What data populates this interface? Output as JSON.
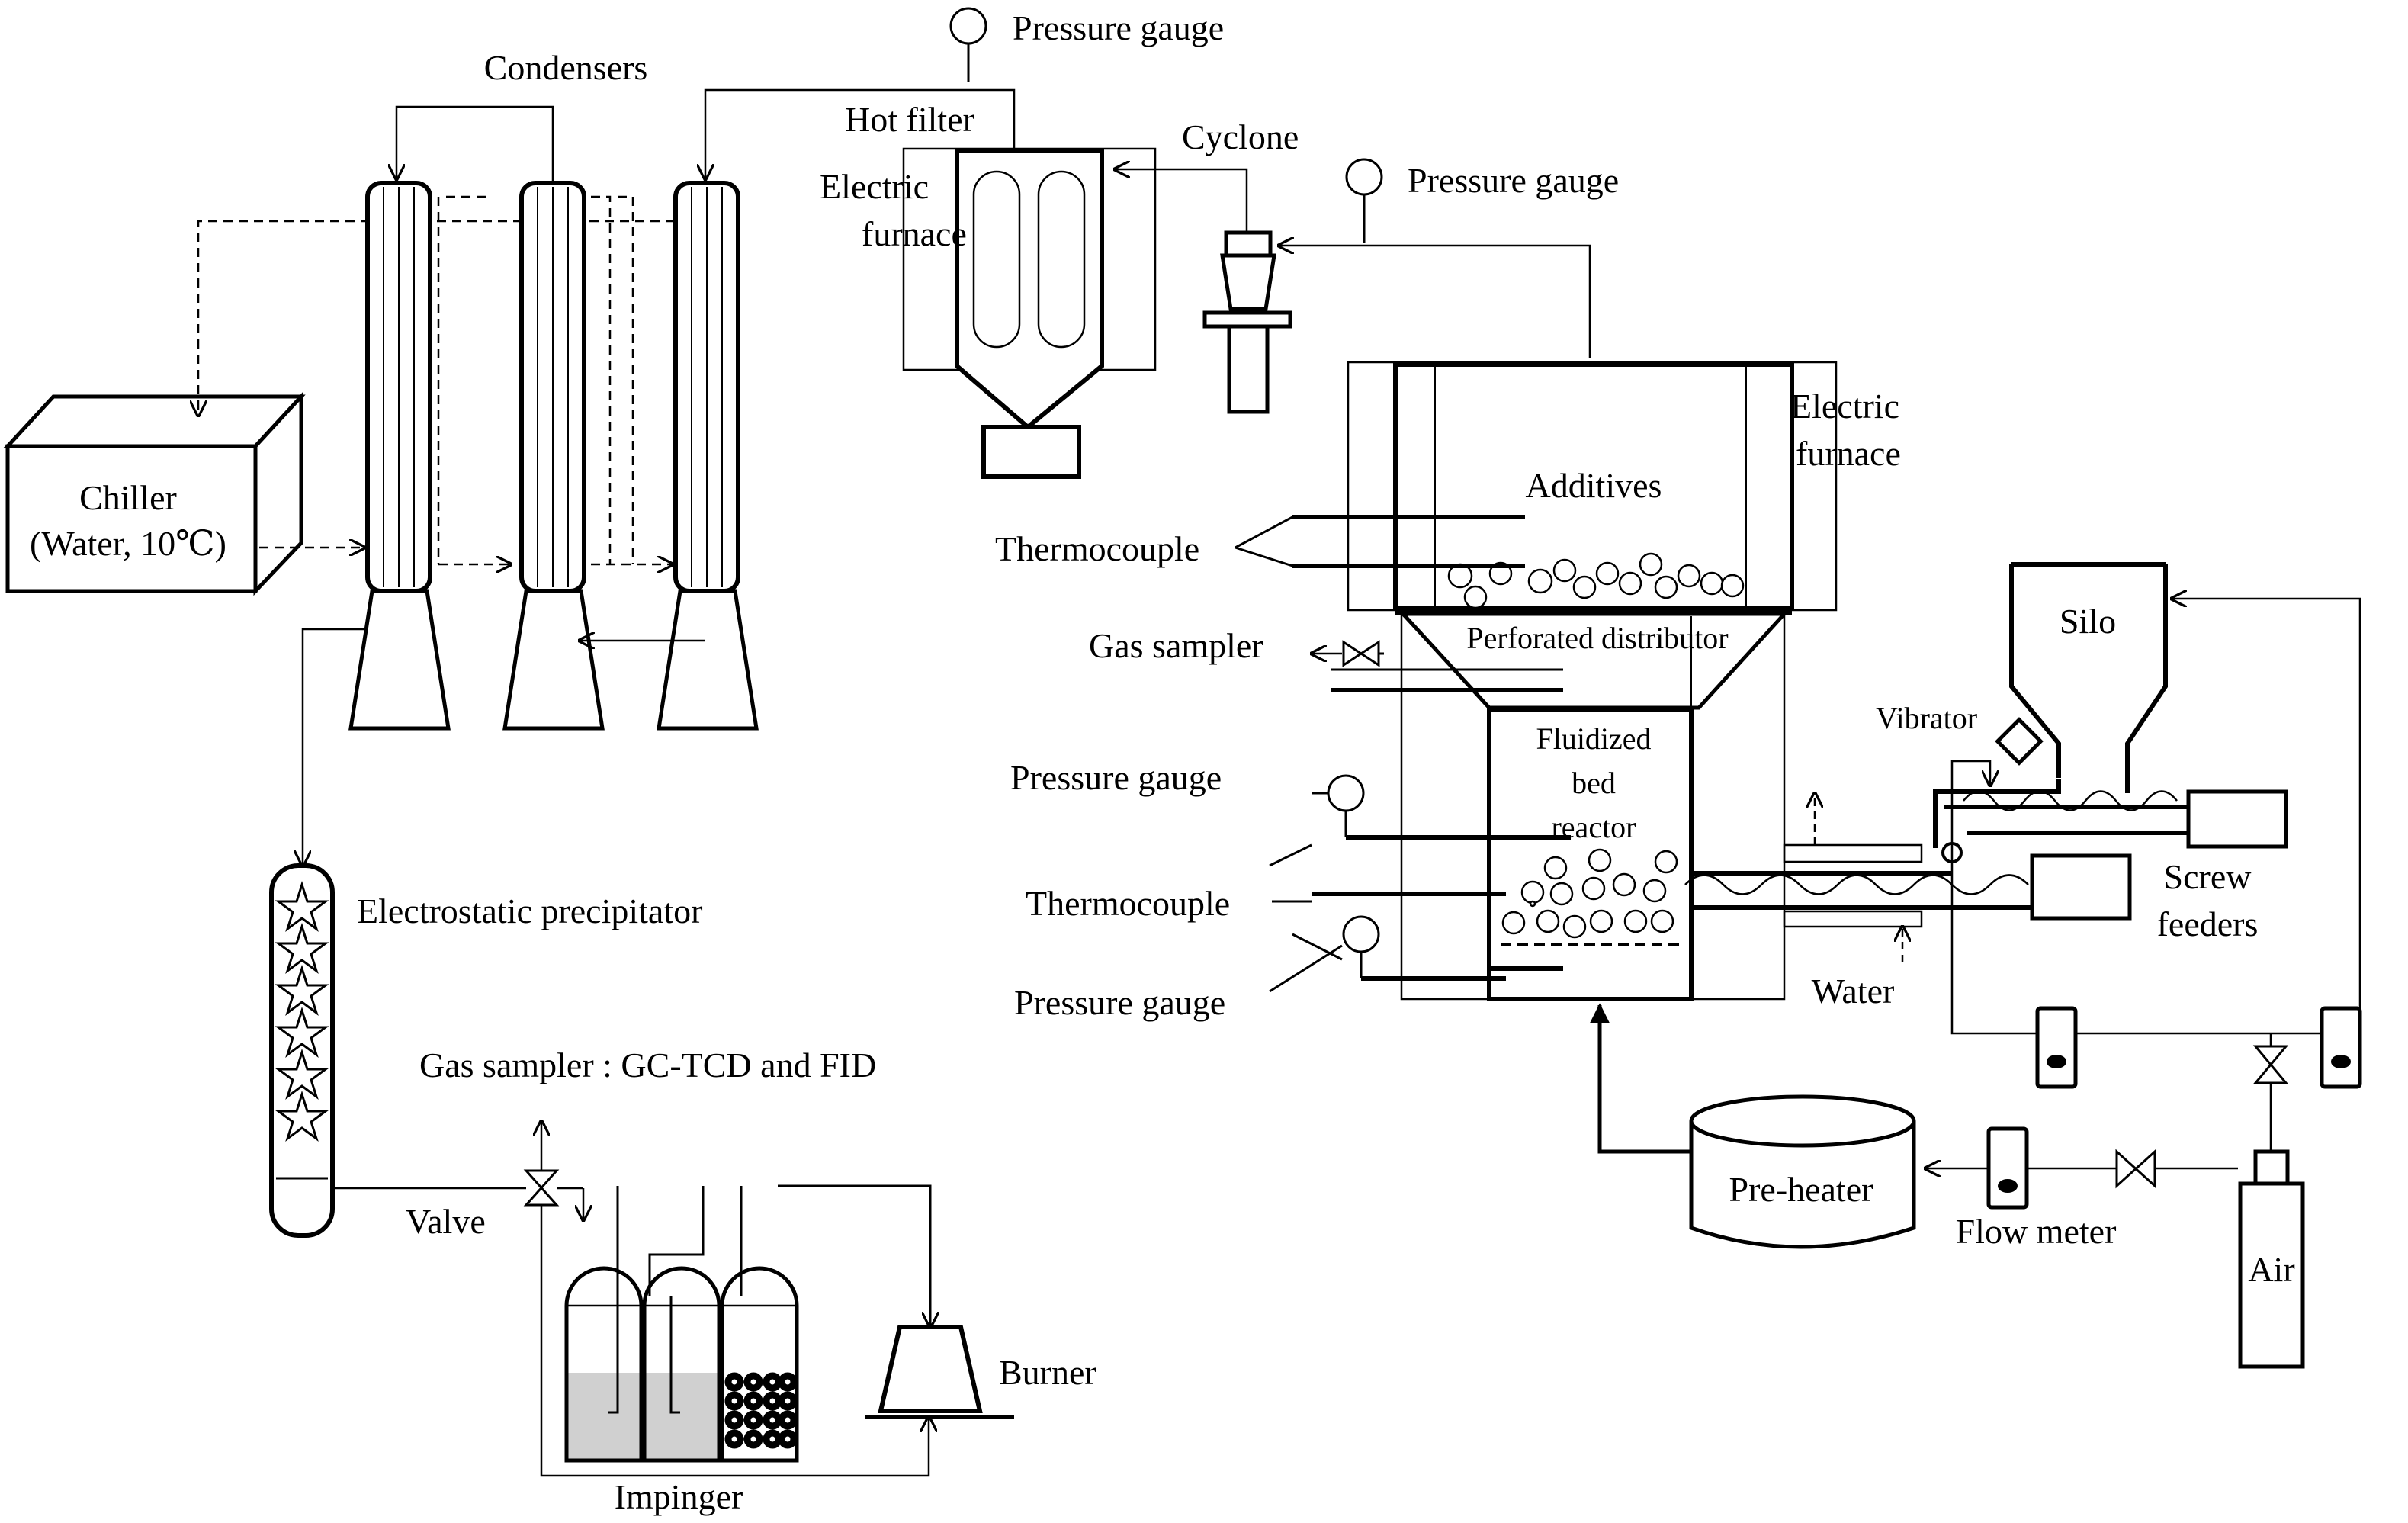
{
  "labels": {
    "pressure_gauge_top": "Pressure gauge",
    "condensers": "Condensers",
    "hot_filter": "Hot filter",
    "electric_furnace_filter_1": "Electric",
    "electric_furnace_filter_2": "furnace",
    "cyclone": "Cyclone",
    "pressure_gauge_cyclone": "Pressure gauge",
    "chiller_1": "Chiller",
    "chiller_2": "(Water, 10℃)",
    "electric_furnace_reactor_1": "Electric",
    "electric_furnace_reactor_2": "furnace",
    "additives": "Additives",
    "thermocouple_upper": "Thermocouple",
    "gas_sampler_reactor": "Gas sampler",
    "perforated_distributor": "Perforated distributor",
    "silo": "Silo",
    "vibrator": "Vibrator",
    "fluidized_1": "Fluidized",
    "fluidized_2": "bed",
    "fluidized_3": "reactor",
    "pressure_gauge_mid": "Pressure gauge",
    "thermocouple_lower": "Thermocouple",
    "screw_feeders_1": "Screw",
    "screw_feeders_2": "feeders",
    "pressure_gauge_low": "Pressure gauge",
    "water": "Water",
    "electrostatic_precipitator": "Electrostatic  precipitator",
    "gas_sampler_gc": "Gas sampler : GC-TCD and FID",
    "valve": "Valve",
    "pre_heater": "Pre-heater",
    "flow_meter": "Flow meter",
    "air": "Air",
    "burner": "Burner",
    "impinger": "Impinger"
  }
}
